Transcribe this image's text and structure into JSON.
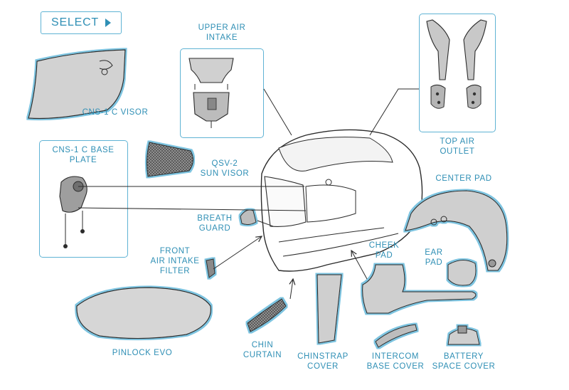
{
  "select_button": {
    "label": "SELECT",
    "icon": "play-triangle-icon"
  },
  "colors": {
    "accent": "#2f8fb5",
    "outline": "#5fb3d4",
    "line": "#2b2b2b",
    "part_fill": "#d4d4d4"
  },
  "parts": {
    "upper_air_intake": [
      "UPPER AIR",
      "INTAKE"
    ],
    "top_air_outlet": [
      "TOP AIR",
      "OUTLET"
    ],
    "cns1c_visor": [
      "CNS-1 C VISOR"
    ],
    "cns1c_base_plate": [
      "CNS-1 C BASE",
      "PLATE"
    ],
    "qsv2_sun_visor": [
      "QSV-2",
      "SUN VISOR"
    ],
    "center_pad": [
      "CENTER PAD"
    ],
    "breath_guard": [
      "BREATH",
      "GUARD"
    ],
    "front_air_intake_filter": [
      "FRONT",
      "AIR INTAKE",
      "FILTER"
    ],
    "cheek_pad": [
      "CHEEK",
      "PAD"
    ],
    "ear_pad": [
      "EAR",
      "PAD"
    ],
    "pinlock_evo": [
      "PINLOCK EVO"
    ],
    "chin_curtain": [
      "CHIN",
      "CURTAIN"
    ],
    "chinstrap_cover": [
      "CHINSTRAP",
      "COVER"
    ],
    "intercom_base_cover": [
      "INTERCOM",
      "BASE COVER"
    ],
    "battery_space_cover": [
      "BATTERY",
      "SPACE COVER"
    ]
  }
}
